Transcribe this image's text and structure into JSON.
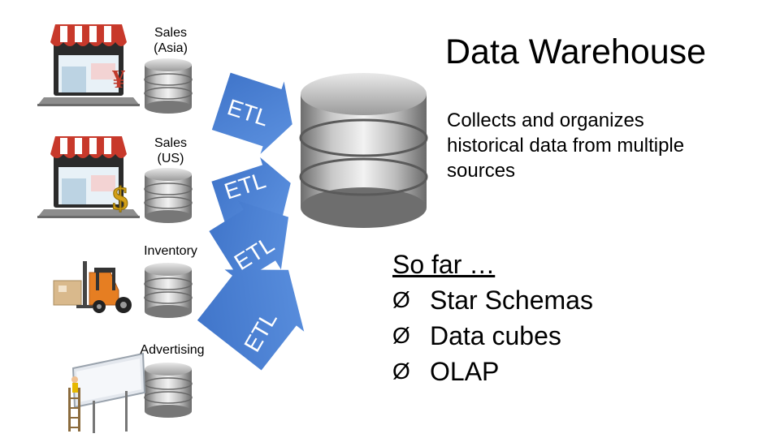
{
  "title": "Data Warehouse",
  "description": "Collects and organizes historical data from multiple sources",
  "sources": [
    {
      "label": "Sales\n(Asia)",
      "icon": "storefront-laptop-yen-icon"
    },
    {
      "label": "Sales\n(US)",
      "icon": "storefront-laptop-dollar-icon"
    },
    {
      "label": "Inventory",
      "icon": "forklift-icon"
    },
    {
      "label": "Advertising",
      "icon": "billboard-icon"
    }
  ],
  "etl_label": "ETL",
  "so_far": {
    "heading": "So far …",
    "bullet_glyph": "Ø",
    "items": [
      "Star Schemas",
      "Data cubes",
      "OLAP"
    ]
  },
  "colors": {
    "arrow": "#4f83d6",
    "arrow_text": "#ffffff",
    "cylinder": "#a8a8a8",
    "awning_red": "#c8392b"
  }
}
